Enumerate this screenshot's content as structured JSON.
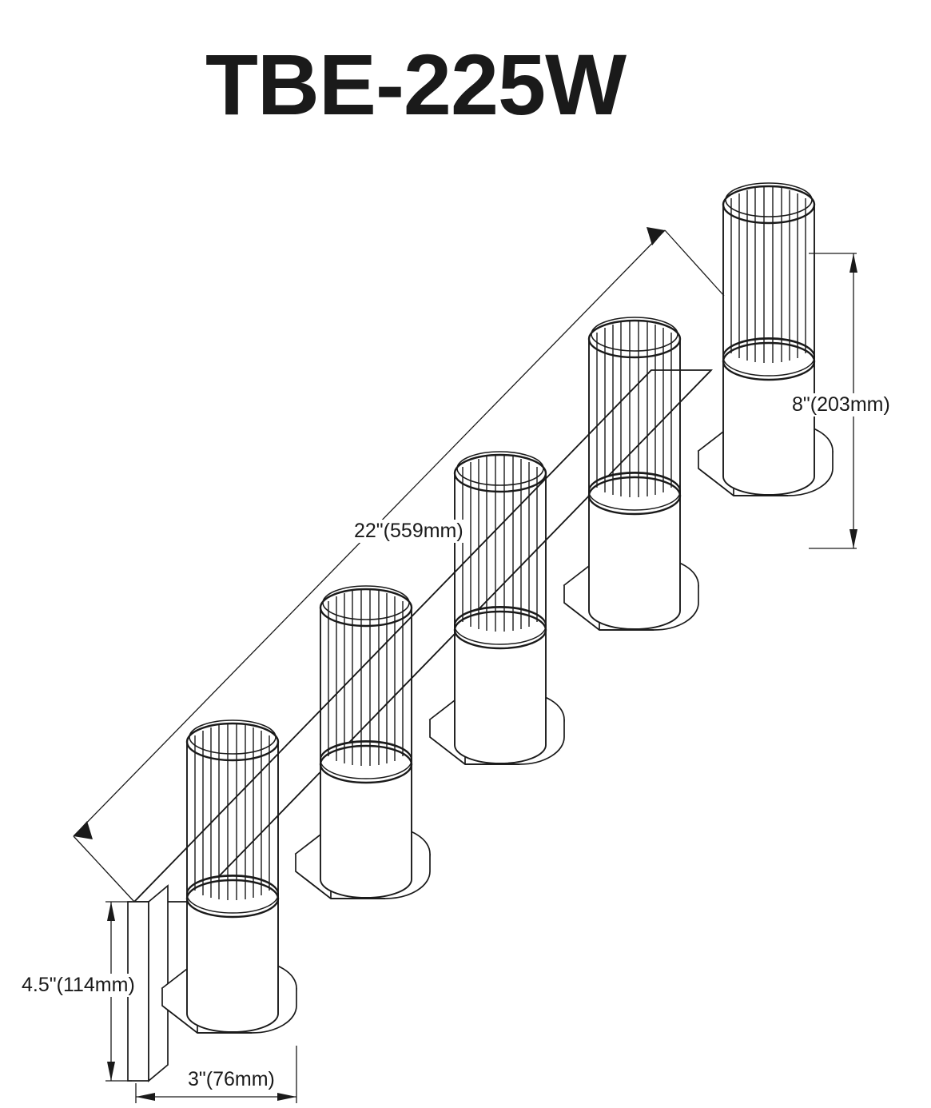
{
  "page": {
    "title": "TBE-225W",
    "background_color": "#ffffff",
    "line_color": "#1a1a1a",
    "text_color": "#1a1a1a"
  },
  "drawing": {
    "type": "technical-isometric-line-drawing",
    "subject": "5-light wall sconce vanity bar with ribbed glass cylinder shades",
    "light_count": 5
  },
  "dimensions": {
    "width": {
      "label": "22\"(559mm)",
      "inches": "22\"",
      "mm": "559mm",
      "axis": "diagonal-length"
    },
    "height": {
      "label": "8\"(203mm)",
      "inches": "8\"",
      "mm": "203mm",
      "axis": "vertical-fixture-height"
    },
    "depth": {
      "label": "4.5\"(114mm)",
      "inches": "4.5\"",
      "mm": "114mm",
      "axis": "vertical-backplate-width"
    },
    "base": {
      "label": "3\"(76mm)",
      "inches": "3\"",
      "mm": "76mm",
      "axis": "horizontal-projection"
    }
  }
}
